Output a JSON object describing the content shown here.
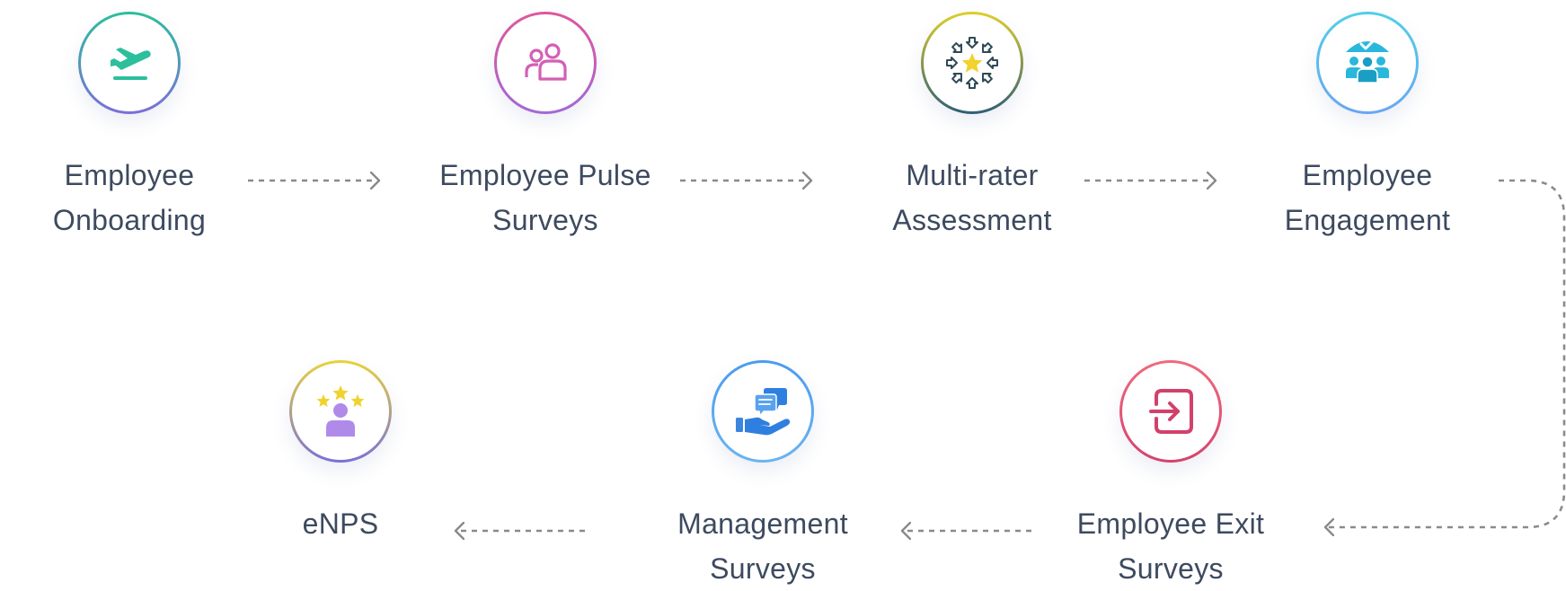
{
  "colors": {
    "text": "#3d4a5f",
    "connector": "#8a8a8a"
  },
  "steps": [
    {
      "id": "employee-onboarding",
      "lines": [
        "Employee",
        "Onboarding"
      ],
      "icon": "airplane-takeoff-icon",
      "ring": [
        "#2bbf9c",
        "#7b6fd8"
      ]
    },
    {
      "id": "employee-pulse-surveys",
      "lines": [
        "Employee Pulse",
        "Surveys"
      ],
      "icon": "two-people-icon",
      "ring": [
        "#e2559b",
        "#a06ad6"
      ]
    },
    {
      "id": "multi-rater-assessment",
      "lines": [
        "Multi-rater",
        "Assessment"
      ],
      "icon": "star-arrows-icon",
      "ring": [
        "#dfcf2b",
        "#2e5f74"
      ]
    },
    {
      "id": "employee-engagement",
      "lines": [
        "Employee",
        "Engagement"
      ],
      "icon": "team-umbrella-icon",
      "ring": [
        "#4fd0e6",
        "#6aa6f2"
      ]
    },
    {
      "id": "employee-exit-surveys",
      "lines": [
        "Employee Exit",
        "Surveys"
      ],
      "icon": "exit-arrow-icon",
      "ring": [
        "#f06a7e",
        "#d6426c"
      ]
    },
    {
      "id": "management-surveys",
      "lines": [
        "Management",
        "Surveys"
      ],
      "icon": "hand-chat-icon",
      "ring": [
        "#4a9cf0",
        "#6ab4f0"
      ]
    },
    {
      "id": "enps",
      "lines": [
        "eNPS"
      ],
      "icon": "person-stars-icon",
      "ring": [
        "#e8d33a",
        "#7b6fd8"
      ]
    }
  ]
}
